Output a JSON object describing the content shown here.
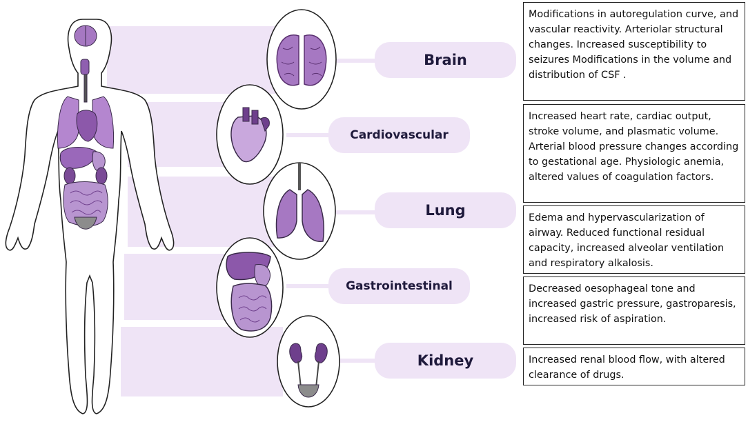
{
  "systems": [
    {
      "id": "brain",
      "label": "Brain",
      "text": "Modifications in autoregulation curve, and vascular reactivity.  Arteriolar structural changes. Increased susceptibility to seizures Modifications in the volume and distribution of CSF ."
    },
    {
      "id": "cardiovascular",
      "label": "Cardiovascular",
      "text": "Increased heart rate, cardiac output, stroke volume, and plasmatic volume. Arterial blood pressure changes according to gestational age. Physiologic anemia, altered values of coagulation factors."
    },
    {
      "id": "lung",
      "label": "Lung",
      "text": "Edema and hypervascularization of airway. Reduced functional residual capacity, increased alveolar ventilation and respiratory alkalosis."
    },
    {
      "id": "gastrointestinal",
      "label": "Gastrointestinal",
      "text": "Decreased oesophageal tone and increased gastric pressure, gastroparesis, increased risk of aspiration."
    },
    {
      "id": "kidney",
      "label": "Kidney",
      "text": "Increased renal blood flow, with altered clearance of drugs."
    }
  ],
  "colors": {
    "organ": "#a678c2",
    "organ_dark": "#6e3f8c",
    "band": "#efe4f6",
    "outline": "#222222"
  }
}
